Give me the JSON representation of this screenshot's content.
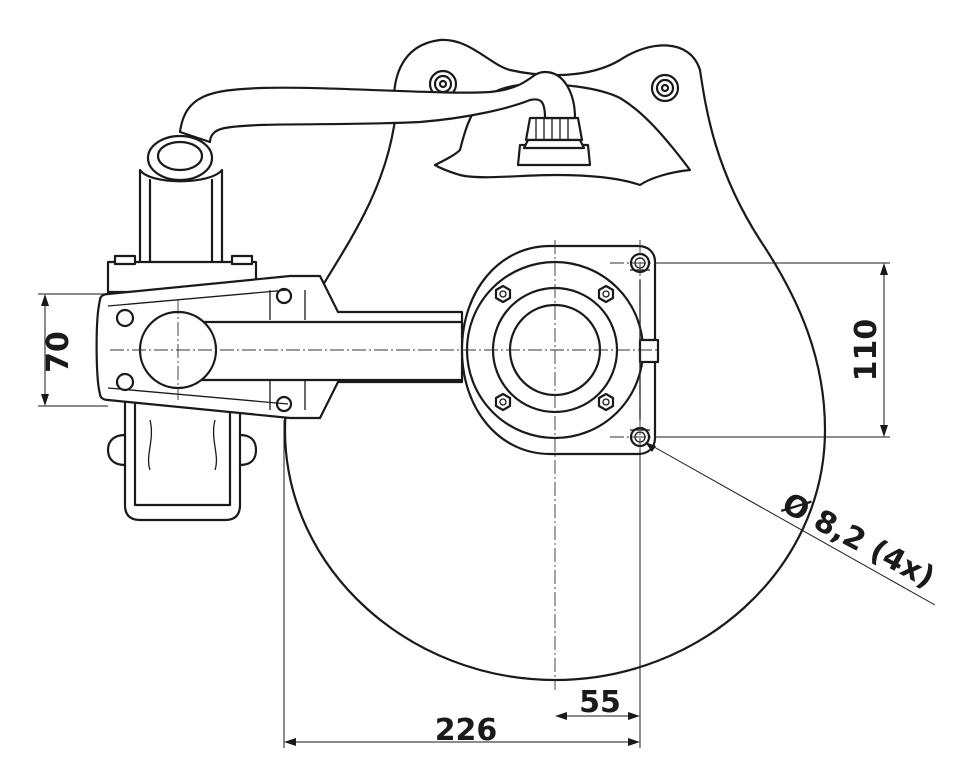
{
  "dimensions": {
    "height_left": "70",
    "height_right": "110",
    "width_total": "226",
    "width_offset": "55",
    "hole_callout": "Ø 8,2 (4x)"
  }
}
